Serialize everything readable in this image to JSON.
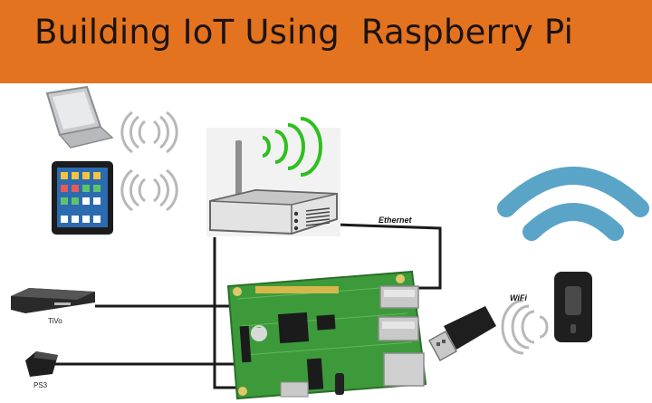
{
  "banner": {
    "title": "Building IoT Using  Raspberry Pi",
    "color": "#e4731f"
  },
  "labels": {
    "ethernet": "Ethernet",
    "wifi": "WiFi",
    "tivo": "TiVo",
    "ps3": "PS3"
  },
  "colors": {
    "wire": "#1a1a1a",
    "router_waves": "#2fbf1f",
    "wifi_arcs": "#5aa4c8",
    "pcb": "#3c9a3a"
  },
  "icons": [
    "laptop-icon",
    "tablet-icon",
    "router-icon",
    "wifi-symbol-icon",
    "smartphone-icon",
    "tivo-box-icon",
    "ps3-console-icon",
    "raspberry-pi-board-icon",
    "usb-wifi-dongle-icon"
  ]
}
